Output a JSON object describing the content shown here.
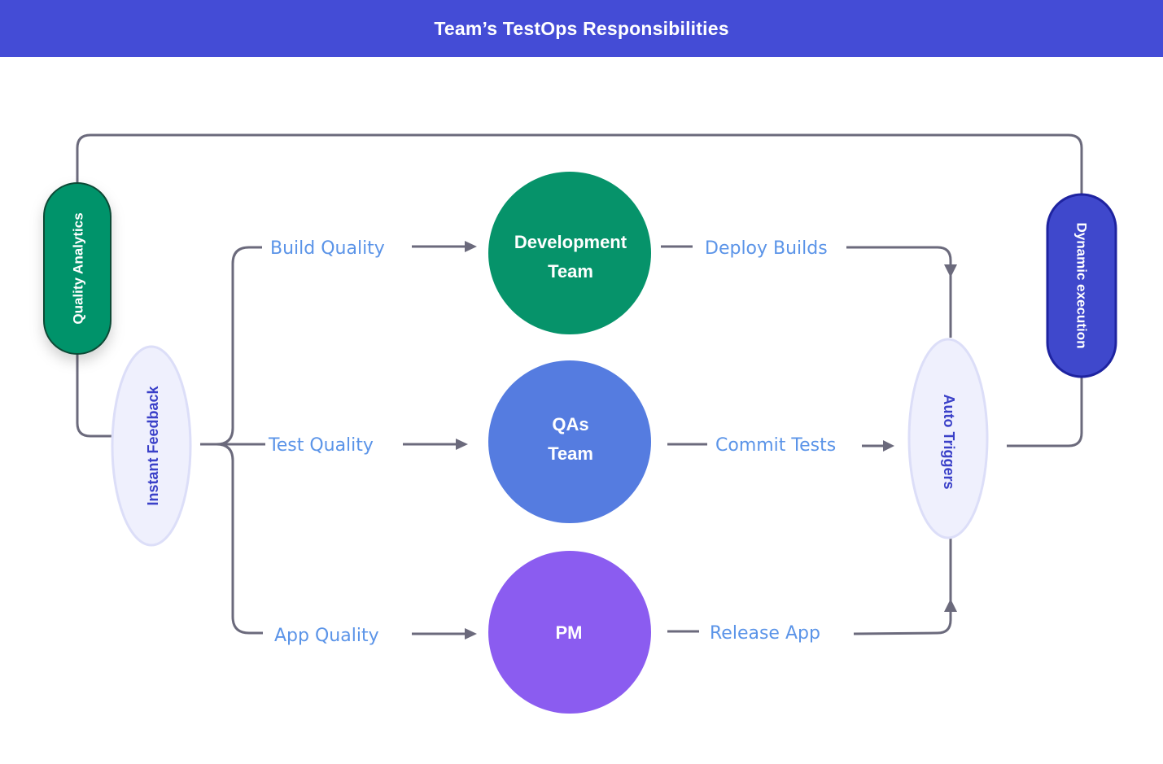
{
  "header": {
    "title": "Team’s TestOps Responsibilities",
    "background": "#444cd6"
  },
  "pills": {
    "quality_analytics": {
      "label": "Quality Analytics",
      "color": "#06936a"
    },
    "dynamic_execution": {
      "label": "Dynamic execution",
      "color": "#3f48cc"
    }
  },
  "ovals": {
    "instant_feedback": {
      "label": "Instant Feedback"
    },
    "auto_triggers": {
      "label": "Auto Triggers"
    }
  },
  "teams": [
    {
      "line1": "Development",
      "line2": "Team",
      "color": "#06936a"
    },
    {
      "line1": "QAs",
      "line2": "Team",
      "color": "#557ce0"
    },
    {
      "line1": "PM",
      "line2": "",
      "color": "#8b5cf0"
    }
  ],
  "inputs": [
    {
      "label": "Build Quality"
    },
    {
      "label": "Test Quality"
    },
    {
      "label": "App Quality"
    }
  ],
  "outputs": [
    {
      "label": "Deploy Builds"
    },
    {
      "label": "Commit Tests"
    },
    {
      "label": "Release App"
    }
  ],
  "colors": {
    "label_text": "#5b94e8",
    "connector": "#6b6a7c",
    "oval_fill": "#eff0fd",
    "oval_border": "#dcdef8"
  }
}
